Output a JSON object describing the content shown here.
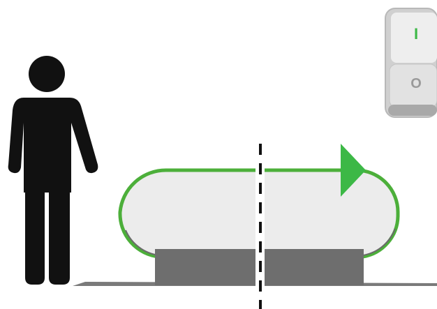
{
  "switch": {
    "on_symbol": "I",
    "off_symbol": "O",
    "state": "on"
  },
  "colors": {
    "background": "#ffffff",
    "person": "#111111",
    "belt_fill": "#ececec",
    "belt_outline": "#4caf3a",
    "belt_outline_bottom": "#6a6a6a",
    "direction_arrow": "#3cb846",
    "supports": "#6e6e6e",
    "ground": "#7a7a7a",
    "divider": "#111111",
    "switch_body": "#d7d7d7",
    "switch_on_symbol": "#3cb846",
    "switch_off_symbol": "#9a9a9a"
  },
  "icons": {
    "person": "person-silhouette-icon",
    "direction": "arrow-right-icon",
    "switch": "power-switch-icon"
  }
}
